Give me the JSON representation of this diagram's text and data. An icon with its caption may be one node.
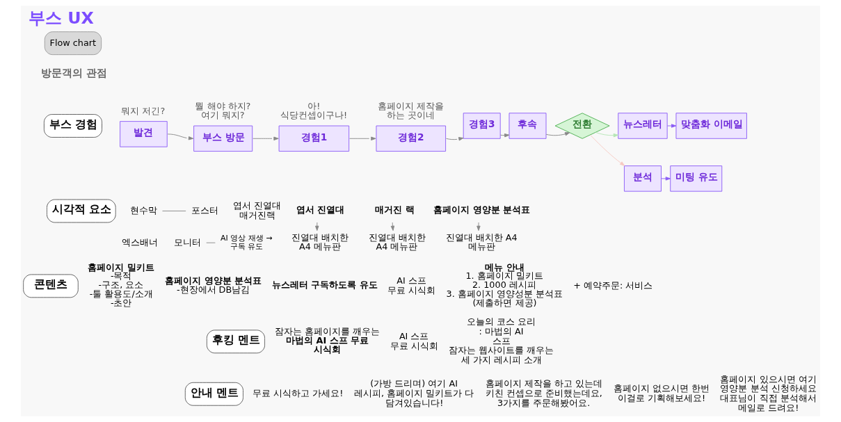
{
  "diagram": {
    "title": "부스 UX",
    "nodes": [
      {
        "text": [
          "부스 경험"
        ]
      },
      {
        "text": [
          "발견"
        ],
        "beside": [
          "뭐지 저긴?"
        ]
      },
      {
        "text": [
          "부스 방문"
        ],
        "beside": [
          "뭘 해야 하지? 여기 뭐지?"
        ]
      },
      {
        "text": [
          "경험1"
        ],
        "beside": [
          "아! 식당컨셉이구나!"
        ]
      },
      {
        "text": [
          "경험2"
        ],
        "beside": [
          "홈페이지 제작을 하는 곳이네"
        ]
      },
      {
        "text": [
          "경험3"
        ]
      },
      {
        "text": [
          "후속"
        ]
      },
      {
        "text": [
          "전환"
        ]
      },
      {
        "text": [
          "뉴스레터"
        ]
      },
      {
        "text": [
          "맞춤화 이메일"
        ]
      },
      {
        "text": [
          "분석"
        ]
      },
      {
        "text": [
          "미팅 유도"
        ]
      },
      {
        "text": [
          "시각적 요소"
        ]
      },
      {
        "text": [
          "현수막"
        ]
      },
      {
        "text": [
          "포스터"
        ]
      },
      {
        "text": [
          "모니터"
        ]
      },
      {
        "text": [
          "AI 영상 재생 → 구독 유도"
        ]
      },
      {
        "text": [
          "엽서 진열대"
        ]
      },
      {
        "text": [
          "진열대 배치한 A4 메뉴판"
        ]
      },
      {
        "text": [
          "매거진 랙"
        ]
      },
      {
        "text": [
          "진열대 배치한 A4 메뉴판"
        ]
      },
      {
        "text": [
          "홈페이지 영양분 분석표"
        ]
      },
      {
        "text": [
          "진열대 배치한 A4 메뉴판"
        ]
      },
      {
        "text": [
          "콘텐츠"
        ]
      },
      {
        "text": [
          "후킹 멘트"
        ]
      },
      {
        "text": [
          "안내 멘트"
        ]
      }
    ],
    "edges": [
      {
        "from": 1,
        "to": 2,
        "arrow": "to"
      },
      {
        "from": 2,
        "to": 3,
        "arrow": "to"
      },
      {
        "from": 3,
        "to": 4,
        "arrow": "to"
      },
      {
        "from": 4,
        "to": 5,
        "arrow": "to"
      },
      {
        "from": 5,
        "to": 6,
        "arrow": "to"
      },
      {
        "from": 6,
        "to": 7,
        "arrow": "to"
      },
      {
        "from": 7,
        "to": 8,
        "arrow": "to",
        "color": "#b5e6b5"
      },
      {
        "from": 7,
        "to": 10,
        "arrow": "to",
        "color": "#f6c9c2"
      },
      {
        "from": 8,
        "to": 9,
        "arrow": "to",
        "color": "#8b5cf6"
      },
      {
        "from": 10,
        "to": 11,
        "arrow": "to",
        "color": "#8b5cf6"
      },
      {
        "from": 13,
        "to": 14,
        "arrow": "none"
      },
      {
        "from": 15,
        "to": 16,
        "arrow": "none"
      },
      {
        "from": 17,
        "to": 18,
        "arrow": "to"
      },
      {
        "from": 19,
        "to": 20,
        "arrow": "to"
      },
      {
        "from": 21,
        "to": 22,
        "arrow": "to"
      }
    ],
    "labels": [
      "Flow chart",
      "방문객의 관점",
      "엽서 진열대",
      "매거진랙",
      "엑스배너",
      "AI 스프 무료 시식회",
      "메뉴 안내",
      "1. 홈페이지 밀키트",
      "2. 1000 레시피",
      "3. 홈페이지 영양성분 분석표 (제출하면 제공)",
      "+ 예약주문: 서비스",
      "홈페이지 밀키트",
      "-목적",
      "-구조, 요소",
      "-툴 활용도/소개",
      "-초안",
      "홈페이지 영양분 분석표",
      "-현장에서 DB남김",
      "뉴스레터 구독하도록 유도",
      "잠자는 홈페이지를 깨우는",
      "마법의 AI 스프 무료 시식회",
      "AI 스프 무료 시식회",
      "오늘의 코스 요리 : 마법의 AI 스프",
      "잠자는 웹사이트를 깨우는 세 가지 레시피 소개",
      "무료 시식하고 가세요!",
      "(가방 드리며) 여기 AI 레시피, 홈페이지 밀키트가 다 담겨있습니다!",
      "홈페이지 제작을 하고 있는데 키친 컨셉으로 준비했는데요,",
      "3가지를 주문해봤어요.",
      "홈페이지 없으시면 한번 이걸로 기획해보세요!",
      "홈페이지 있으시면 여기 영양분 분석 신청하세요",
      "대표님이 직접 분석해서 메일로 드려요!"
    ]
  }
}
